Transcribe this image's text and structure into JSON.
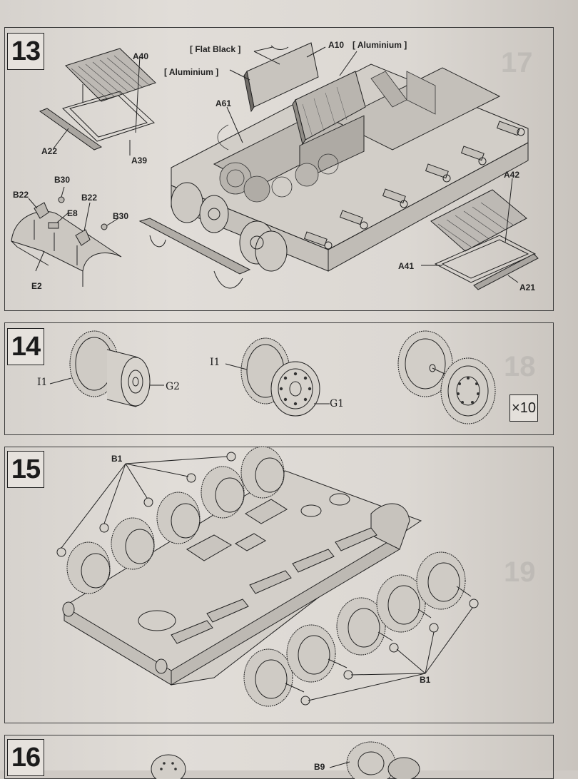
{
  "steps": [
    {
      "number": "13"
    },
    {
      "number": "14"
    },
    {
      "number": "15"
    },
    {
      "number": "16"
    }
  ],
  "step13": {
    "labels": {
      "a40": "A40",
      "a22": "A22",
      "a39": "A39",
      "flat_black": "[ Flat Black ]",
      "aluminium_left": "[ Aluminium ]",
      "a10": "A10",
      "aluminium_right": "[ Aluminium ]",
      "a61": "A61",
      "b30_top": "B30",
      "b22_left": "B22",
      "e8": "E8",
      "b22_right": "B22",
      "b30_right": "B30",
      "e2": "E2",
      "a42": "A42",
      "a41": "A41",
      "a21": "A21"
    }
  },
  "step14": {
    "labels": {
      "i1_left": "I1",
      "g2": "G2",
      "i1_mid": "I1",
      "g1": "G1"
    },
    "quantity": "×10"
  },
  "step15": {
    "labels": {
      "b1_top": "B1",
      "b1_bottom": "B1"
    }
  },
  "step16": {
    "labels": {
      "b9": "B9"
    }
  },
  "colors": {
    "paper": "#dcd8d3",
    "ink": "#1b1b1b"
  }
}
